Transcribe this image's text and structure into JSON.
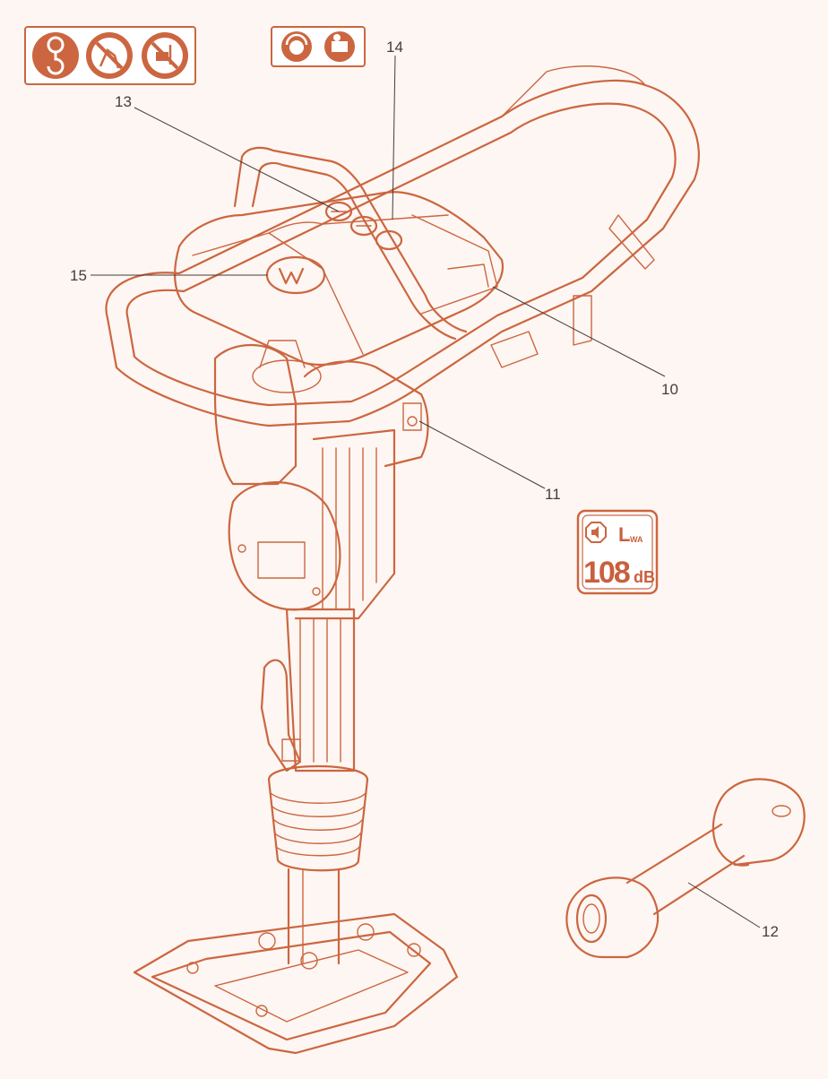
{
  "callouts": {
    "c10": "10",
    "c11": "11",
    "c12": "12",
    "c13": "13",
    "c14": "14",
    "c15": "15"
  },
  "sound_decal": {
    "value": "108",
    "unit": "dB",
    "symbol": "L",
    "symbol_sub": "WA"
  },
  "icons": {
    "prohibition": [
      "lifting-hook-icon",
      "no-sitting-icon",
      "no-forklift-icon"
    ],
    "ppe": [
      "ear-eye-protection-icon",
      "read-manual-icon"
    ]
  },
  "colors": {
    "accent": "#cc6640",
    "background": "#fdf6f2",
    "text": "#4a3b36"
  }
}
